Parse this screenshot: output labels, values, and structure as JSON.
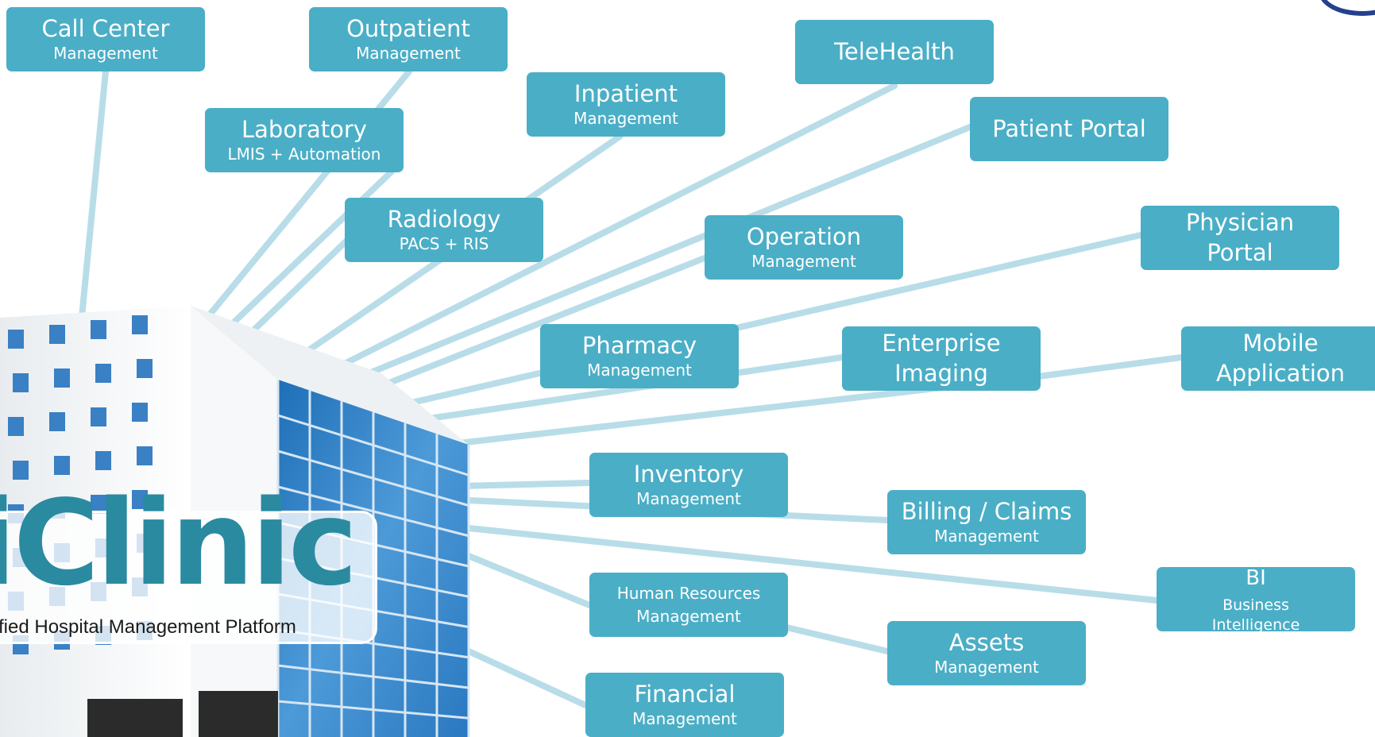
{
  "colors": {
    "box": "#4aaec6",
    "connector": "#b8dde8",
    "logo": "#2a8aa0",
    "glass": "#2d7ec2",
    "building": "#f2f4f6"
  },
  "brand": {
    "logo": "iClinic",
    "tagline": "fied Hospital Management Platform"
  },
  "modules": [
    {
      "id": "call-center",
      "title": "Call Center",
      "subtitle": "Management"
    },
    {
      "id": "outpatient",
      "title": "Outpatient",
      "subtitle": "Management"
    },
    {
      "id": "telehealth",
      "title": "TeleHealth",
      "subtitle": ""
    },
    {
      "id": "inpatient",
      "title": "Inpatient",
      "subtitle": "Management"
    },
    {
      "id": "laboratory",
      "title": "Laboratory",
      "subtitle": "LMIS + Automation"
    },
    {
      "id": "patient-portal",
      "title": "Patient Portal",
      "subtitle": ""
    },
    {
      "id": "radiology",
      "title": "Radiology",
      "subtitle": "PACS + RIS"
    },
    {
      "id": "operation",
      "title": "Operation",
      "subtitle": "Management"
    },
    {
      "id": "physician-portal",
      "title": "Physician",
      "subtitle": "Portal"
    },
    {
      "id": "pharmacy",
      "title": "Pharmacy",
      "subtitle": "Management"
    },
    {
      "id": "enterprise-imaging",
      "title": "Enterprise",
      "subtitle": "Imaging"
    },
    {
      "id": "mobile-application",
      "title": "Mobile",
      "subtitle": "Application"
    },
    {
      "id": "inventory",
      "title": "Inventory",
      "subtitle": "Management"
    },
    {
      "id": "billing-claims",
      "title": "Billing / Claims",
      "subtitle": "Management"
    },
    {
      "id": "human-resources",
      "title": "Human Resources",
      "subtitle": "Management"
    },
    {
      "id": "bi",
      "title": "BI",
      "subtitle": "Business Intelligence"
    },
    {
      "id": "assets",
      "title": "Assets",
      "subtitle": "Management"
    },
    {
      "id": "financial",
      "title": "Financial",
      "subtitle": "Management"
    }
  ]
}
